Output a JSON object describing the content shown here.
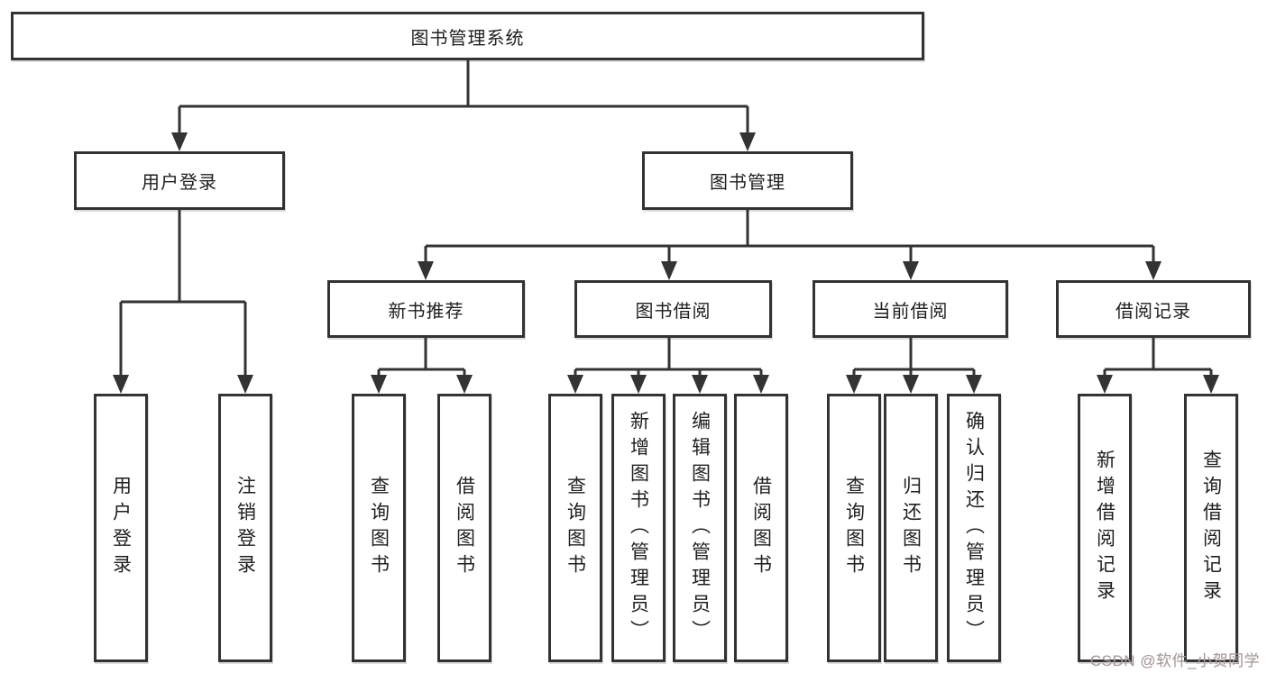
{
  "diagram": {
    "title": "图书管理系统",
    "nodes": {
      "root": "图书管理系统",
      "l2": [
        "用户登录",
        "图书管理"
      ],
      "l3": [
        "新书推荐",
        "图书借阅",
        "当前借阅",
        "借阅记录"
      ],
      "leaves": [
        "用户登录",
        "注销登录",
        "查询图书",
        "借阅图书",
        "查询图书",
        "新增图书（管理员）",
        "编辑图书（管理员）",
        "借阅图书",
        "查询图书",
        "归还图书",
        "确认归还（管理员）",
        "新增借阅记录",
        "查询借阅记录"
      ]
    },
    "colors": {
      "line": "#333333",
      "text": "#1f1f1f",
      "background": "#ffffff",
      "watermark": "#9e9e9e"
    }
  },
  "watermark": {
    "text": "CSDN @软件_小贺同学"
  }
}
